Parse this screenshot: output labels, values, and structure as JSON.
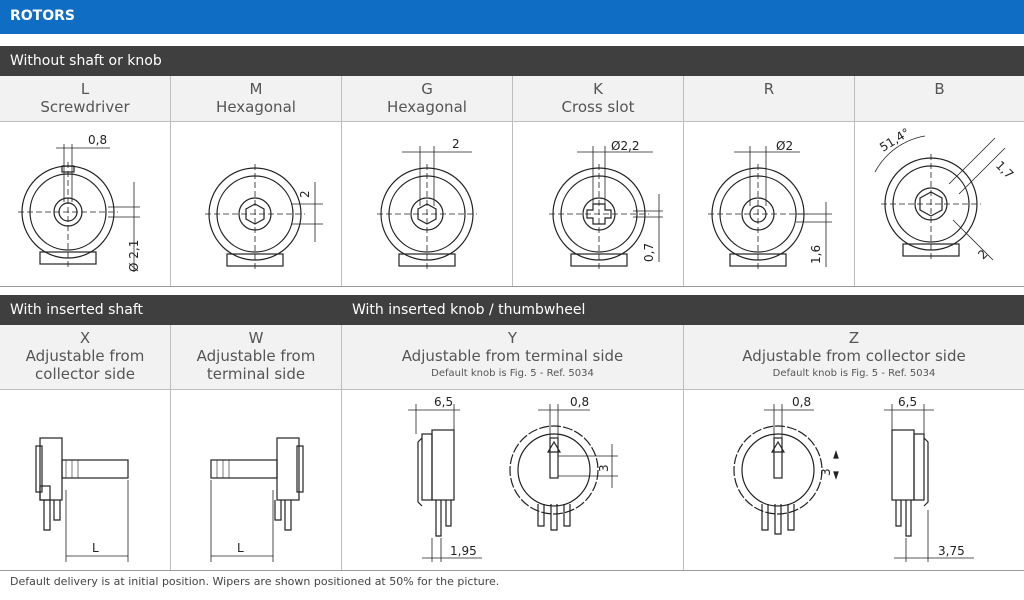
{
  "header": {
    "title": "ROTORS"
  },
  "section1": {
    "title": "Without shaft or knob",
    "columns": [
      {
        "code": "L",
        "desc": "Screwdriver",
        "dims": [
          "0,8",
          "Ø 2,1"
        ]
      },
      {
        "code": "M",
        "desc": "Hexagonal",
        "dims": [
          "2"
        ]
      },
      {
        "code": "G",
        "desc": "Hexagonal",
        "dims": [
          "2"
        ]
      },
      {
        "code": "K",
        "desc": "Cross slot",
        "dims": [
          "Ø2,2",
          "0,7"
        ]
      },
      {
        "code": "R",
        "desc": "",
        "dims": [
          "Ø2",
          "1,6"
        ]
      },
      {
        "code": "B",
        "desc": "",
        "dims": [
          "51,4°",
          "1,7",
          "2"
        ]
      }
    ]
  },
  "section2": {
    "title_left": "With inserted shaft",
    "title_right": "With inserted knob / thumbwheel",
    "columns": [
      {
        "code": "X",
        "desc": "Adjustable from collector side",
        "note": "",
        "dims": [
          "L"
        ]
      },
      {
        "code": "W",
        "desc": "Adjustable from terminal side",
        "note": "",
        "dims": [
          "L"
        ]
      },
      {
        "code": "Y",
        "desc": "Adjustable from terminal side",
        "note": "Default knob is Fig. 5 - Ref. 5034",
        "dims": [
          "6,5",
          "1,95",
          "0,8",
          "3"
        ]
      },
      {
        "code": "Z",
        "desc": "Adjustable from collector side",
        "note": "Default knob is Fig. 5 - Ref. 5034",
        "dims": [
          "0,8",
          "3",
          "6,5",
          "3,75"
        ]
      }
    ]
  },
  "footnote": "Default delivery is at initial position. Wipers are shown positioned at 50% for the picture.",
  "colors": {
    "brand": "#0f6ec4",
    "section": "#3f3f3f",
    "header_bg": "#f2f2f2"
  }
}
